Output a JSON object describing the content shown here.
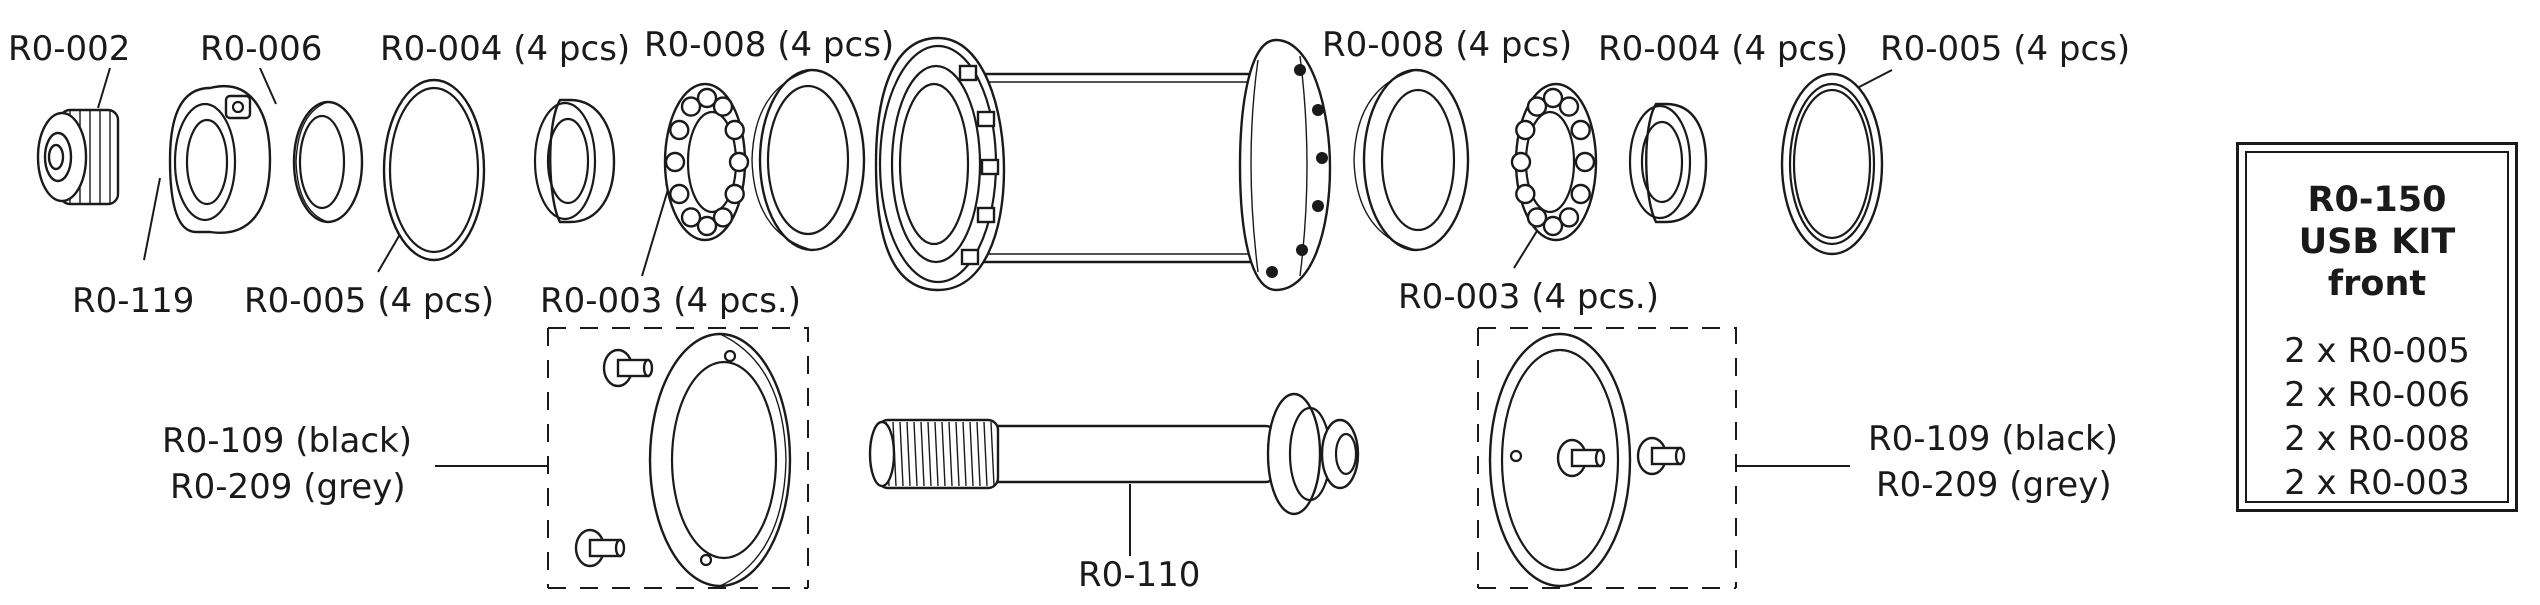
{
  "labels": {
    "r0_002": "R0-002",
    "r0_006": "R0-006",
    "r0_004_left": "R0-004 (4 pcs)",
    "r0_008_left": "R0-008 (4 pcs)",
    "r0_008_right": "R0-008 (4 pcs)",
    "r0_004_right": "R0-004 (4 pcs)",
    "r0_005_right": "R0-005 (4 pcs)",
    "r0_119": "R0-119",
    "r0_005_left": "R0-005 (4 pcs)",
    "r0_003_left": "R0-003 (4 pcs.)",
    "r0_003_right": "R0-003 (4 pcs.)",
    "left_cover_line1": "R0-109 (black)",
    "left_cover_line2": "R0-209 (grey)",
    "right_cover_line1": "R0-109 (black)",
    "right_cover_line2": "R0-209 (grey)",
    "r0_110": "R0-110"
  },
  "kit": {
    "title_line1": "R0-150",
    "title_line2": "USB KIT",
    "title_line3": "front",
    "items": [
      "2 x R0-005",
      "2 x R0-006",
      "2 x R0-008",
      "2 x R0-003"
    ]
  }
}
